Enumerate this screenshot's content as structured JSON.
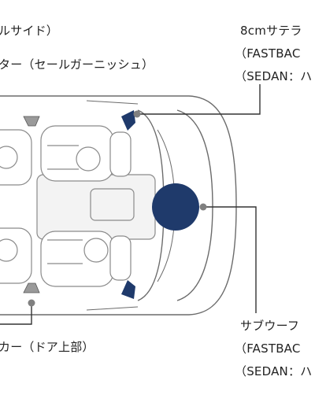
{
  "labels": {
    "left_side_top": "ルサイド）",
    "left_tweeter": "ター（セールガーニッシュ）",
    "left_door_speaker": "カー（ドア上部）",
    "tweeter_title": "8cmサテラ",
    "tweeter_fastback": "（FASTBAC",
    "tweeter_sedan": "（SEDAN：ハ",
    "sub_title": "サブウーフ",
    "sub_fastback": "（FASTBAC",
    "sub_sedan": "（SEDAN：ハ"
  },
  "colors": {
    "navy": "#1f3a6b",
    "line": "#333333",
    "marker": "#808080",
    "car_outline": "#6b6b6b",
    "seat_outline": "#8a8a8a"
  }
}
